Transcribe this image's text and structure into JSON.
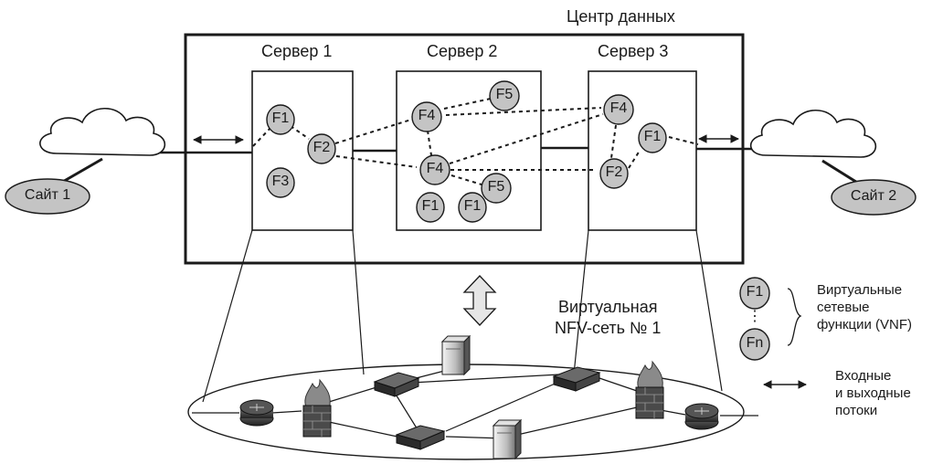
{
  "datacenter_title": "Центр данных",
  "servers": [
    {
      "label": "Сервер 1"
    },
    {
      "label": "Сервер 2"
    },
    {
      "label": "Сервер 3"
    }
  ],
  "sites": {
    "left": "Сайт 1",
    "right": "Сайт 2"
  },
  "functions": {
    "f1": "F1",
    "f2": "F2",
    "f3": "F3",
    "f4": "F4",
    "f5": "F5",
    "fn": "Fn"
  },
  "virtual_network": {
    "line1": "Виртуальная",
    "line2": "NFV-сеть № 1"
  },
  "legend": {
    "vnf_line1": "Виртуальные",
    "vnf_line2": "сетевые",
    "vnf_line3": "функции (VNF)",
    "flows_line1": "Входные",
    "flows_line2": "и выходные",
    "flows_line3": "потоки",
    "ellipsis": "⋮"
  },
  "colors": {
    "node_fill": "#c4c4c4",
    "stroke": "#1a1a1a",
    "background": "#ffffff"
  }
}
